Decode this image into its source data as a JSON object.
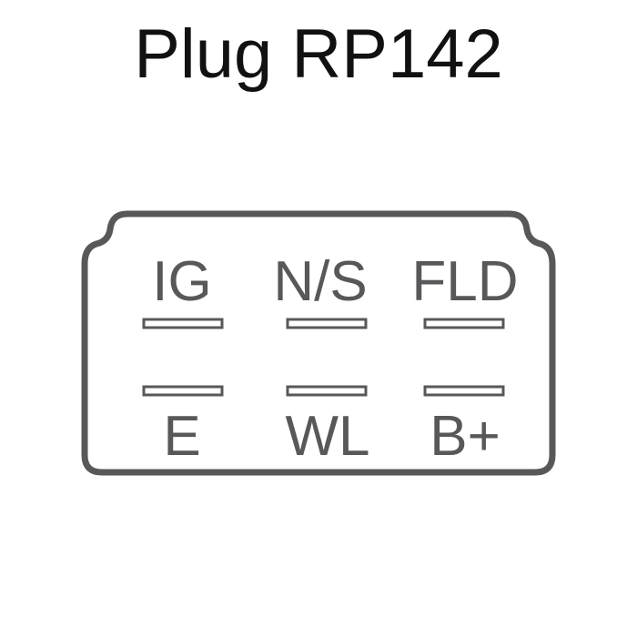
{
  "title": "Plug RP142",
  "color": "#58585a",
  "pins_top": [
    "IG",
    "N/S",
    "FLD"
  ],
  "pins_bottom": [
    "E",
    "WL",
    "B+"
  ]
}
